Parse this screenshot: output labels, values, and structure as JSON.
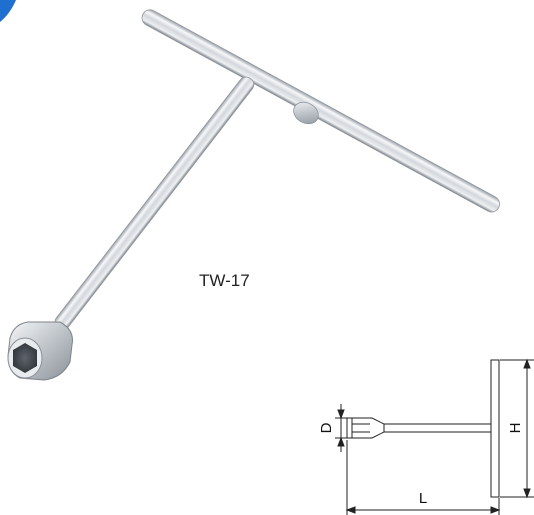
{
  "product": {
    "model": "TW-17"
  },
  "diagram": {
    "dimensions": {
      "diameter": "D",
      "height": "H",
      "length": "L"
    }
  },
  "colors": {
    "corner_accent": "#1f6fd1",
    "steel_light": "#f4f6f8",
    "steel_mid": "#c9ced3",
    "steel_dark": "#8e959c",
    "line_drawing": "#222222"
  }
}
